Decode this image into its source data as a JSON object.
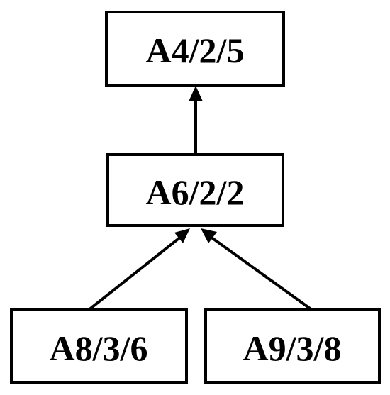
{
  "nodes": {
    "top": {
      "label": "A4/2/5"
    },
    "middle": {
      "label": "A6/2/2"
    },
    "bottom_left": {
      "label": "A8/3/6"
    },
    "bottom_right": {
      "label": "A9/3/8"
    }
  },
  "edges": [
    {
      "from": "middle",
      "to": "top"
    },
    {
      "from": "bottom_left",
      "to": "middle"
    },
    {
      "from": "bottom_right",
      "to": "middle"
    }
  ],
  "colors": {
    "stroke": "#000000",
    "background": "#ffffff"
  }
}
